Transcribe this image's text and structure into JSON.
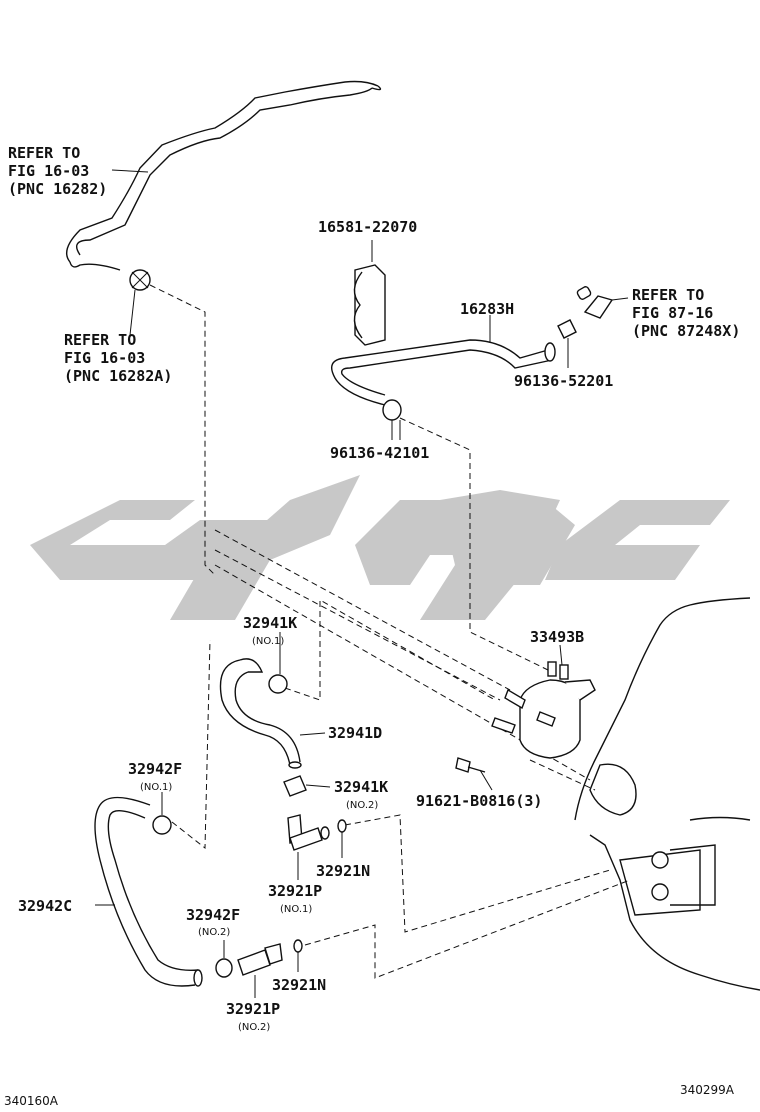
{
  "labels": {
    "refer_top_1": "REFER TO",
    "refer_top_2": "FIG 16-03",
    "refer_top_3": "(PNC 16282)",
    "refer_mid_1": "REFER TO",
    "refer_mid_2": "FIG 16-03",
    "refer_mid_3": "(PNC 16282A)",
    "refer_right_1": "REFER TO",
    "refer_right_2": "FIG 87-16",
    "refer_right_3": "(PNC 87248X)",
    "p16581": "16581-22070",
    "p16283h": "16283H",
    "p96136_52201": "96136-52201",
    "p96136_42101": "96136-42101",
    "p33493b": "33493B",
    "p32941k_1": "32941K",
    "p32941k_1_sub": "(NO.1)",
    "p32941d": "32941D",
    "p32942f_1": "32942F",
    "p32942f_1_sub": "(NO.1)",
    "p32941k_2": "32941K",
    "p32941k_2_sub": "(NO.2)",
    "p91621": "91621-B0816(3)",
    "p32921n_1": "32921N",
    "p32921p_1": "32921P",
    "p32921p_1_sub": "(NO.1)",
    "p32942c": "32942C",
    "p32942f_2": "32942F",
    "p32942f_2_sub": "(NO.2)",
    "p32921n_2": "32921N",
    "p32921p_2": "32921P",
    "p32921p_2_sub": "(NO.2)",
    "code_left": "340160A",
    "code_right": "340299A"
  },
  "colors": {
    "ink": "#111111",
    "watermark": "#c8c8c8",
    "background": "#ffffff"
  }
}
